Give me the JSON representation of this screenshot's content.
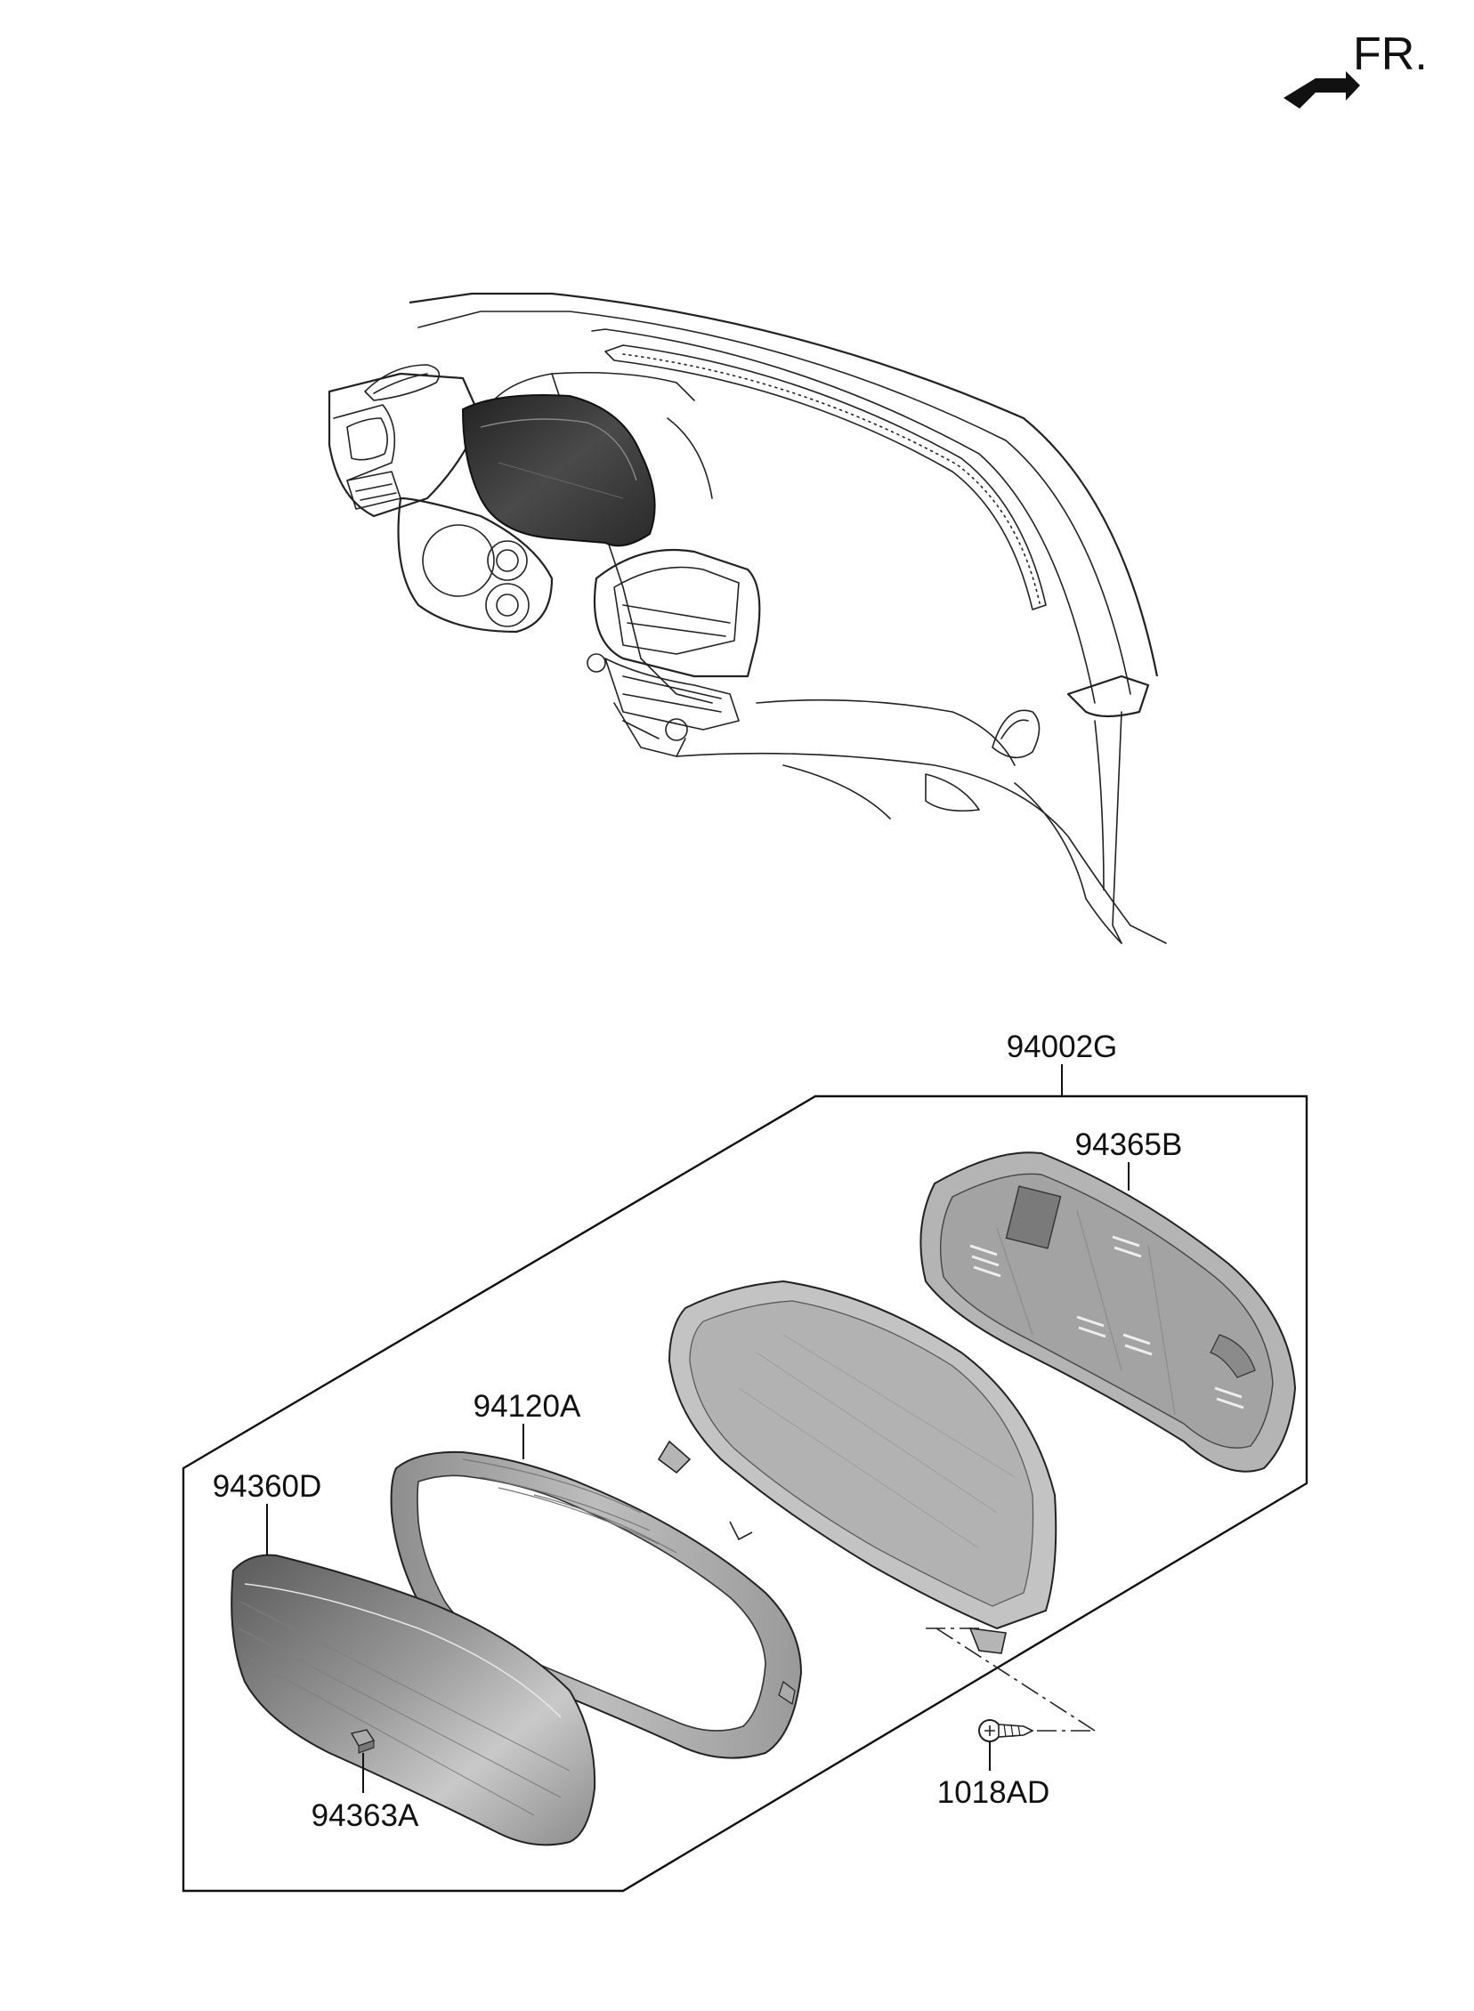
{
  "orientation": {
    "label": "FR.",
    "arrow_icon": "front-direction-arrow-icon"
  },
  "parts": {
    "assembly": "94002G",
    "rear_cover": "94365B",
    "cluster_unit": "",
    "mask_frame": "94120A",
    "window_glass": "94360D",
    "clip": "94363A",
    "screw": "1018AD"
  },
  "colors": {
    "line": "#222222",
    "cluster_dark": "#3a3a3a",
    "part_gray": "#a9a9a9",
    "part_light": "#c8c8c8"
  }
}
